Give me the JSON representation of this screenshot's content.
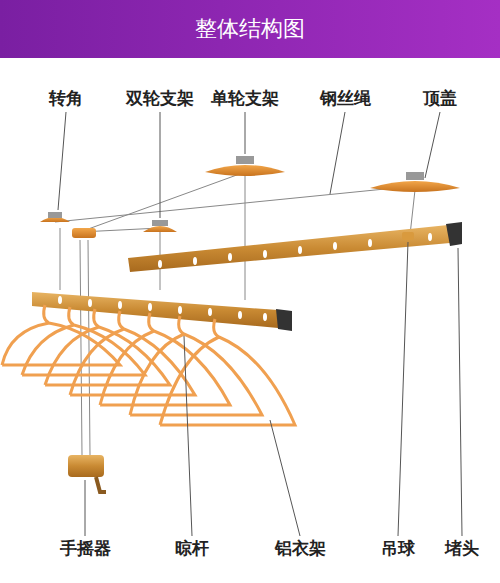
{
  "diagram": {
    "title": "整体结构图",
    "labels": [
      "转角",
      "双轮支架",
      "单轮支架",
      "钢丝绳",
      "顶盖",
      "手摇器",
      "晾杆",
      "铝衣架",
      "吊球",
      "堵头"
    ]
  }
}
